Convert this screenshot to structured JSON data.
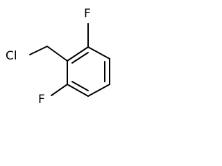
{
  "molecule": {
    "atoms": {
      "chlorine": "Cl",
      "fluorine_top": "F",
      "fluorine_bottom": "F"
    },
    "colors": {
      "bonds": "#000000",
      "labels": "#000000",
      "background": "#ffffff"
    }
  }
}
